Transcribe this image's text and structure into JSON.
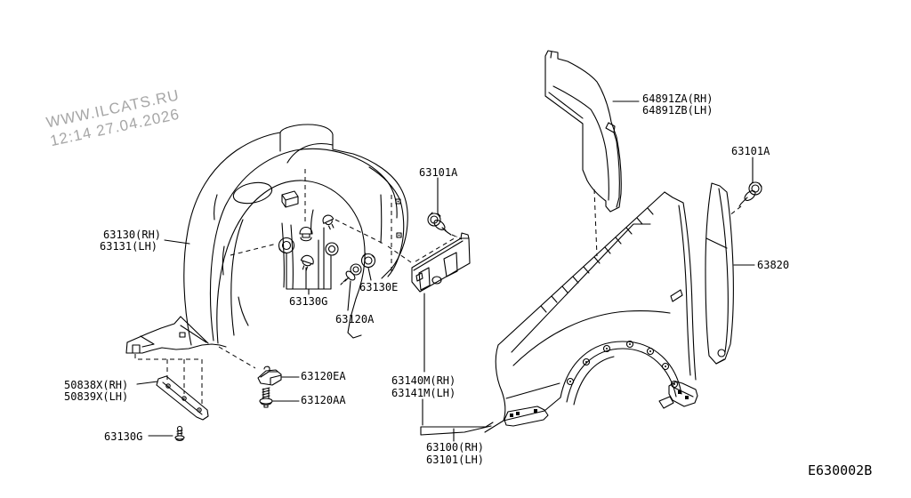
{
  "watermark": {
    "site": "WWW.ILCATS.RU",
    "datetime": "12:14 27.04.2026"
  },
  "diagram_ref": "E630002B",
  "colors": {
    "background": "#ffffff",
    "line": "#000000",
    "watermark": "#a6a6a6"
  },
  "parts": {
    "liner": {
      "rh": "63130(RH)",
      "lh": "63131(LH)"
    },
    "cowl_side": {
      "rh": "64891ZA(RH)",
      "lh": "64891ZB(LH)"
    },
    "fender": {
      "rh": "63100(RH)",
      "lh": "63101(LH)"
    },
    "bracket": {
      "rh": "63140M(RH)",
      "lh": "63141M(LH)"
    },
    "mudguard": {
      "rh": "50838X(RH)",
      "lh": "50839X(LH)"
    },
    "protector": "63820",
    "bolt_fender_center": "63101A",
    "bolt_protector": "63101A",
    "grommet_e": "63130E",
    "screws_g": "63130G",
    "screw_a": "63120A",
    "clip_ea": "63120EA",
    "screw_aa": "63120AA",
    "screw_g_bottom": "63130G"
  }
}
